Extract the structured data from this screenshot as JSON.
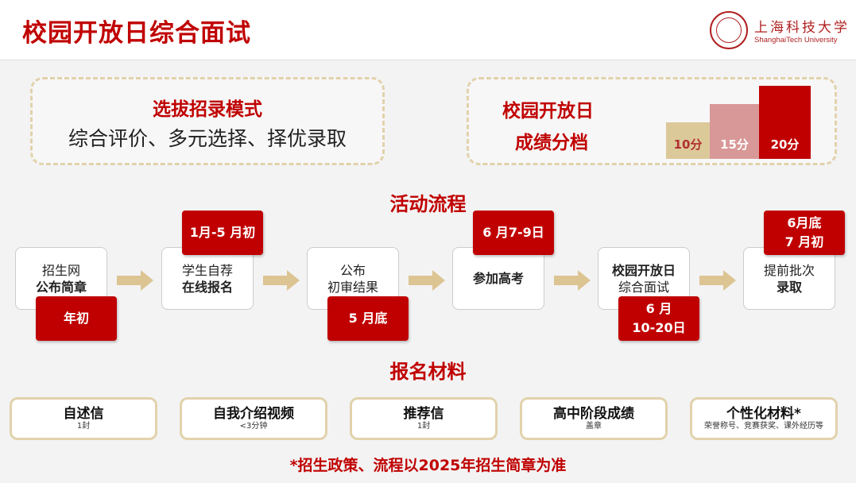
{
  "header": {
    "title": "校园开放日综合面试",
    "logo_cn": "上海科技大学",
    "logo_en": "ShanghaiTech University"
  },
  "mode": {
    "title": "选拔招录模式",
    "text": "综合评价、多元选择、择优录取"
  },
  "scores": {
    "title_line1": "校园开放日",
    "title_line2": "成绩分档",
    "bars": [
      {
        "label": "10分",
        "value": 10,
        "color": "#dcc99a"
      },
      {
        "label": "15分",
        "value": 15,
        "color": "#d99898"
      },
      {
        "label": "20分",
        "value": 20,
        "color": "#c00000"
      }
    ]
  },
  "process": {
    "title": "活动流程",
    "steps": [
      {
        "line1": "招生网",
        "line2": "公布简章",
        "bold": 2,
        "tag1": "年初",
        "tag2": ""
      },
      {
        "line1": "学生自荐",
        "line2": "在线报名",
        "bold": 2,
        "tag1": "1月-5 月初",
        "tag2": ""
      },
      {
        "line1": "公布",
        "line2": "初审结果",
        "bold": 0,
        "tag1": "5 月底",
        "tag2": ""
      },
      {
        "line1": "参加高考",
        "line2": "",
        "bold": 1,
        "tag1": "6 月7-9日",
        "tag2": ""
      },
      {
        "line1": "校园开放日",
        "line2": "综合面试",
        "bold": 1,
        "tag1": "6 月",
        "tag2": "10-20日"
      },
      {
        "line1": "提前批次",
        "line2": "录取",
        "bold": 2,
        "tag1": "6月底",
        "tag2": "7 月初"
      }
    ]
  },
  "materials": {
    "title": "报名材料",
    "items": [
      {
        "name": "自述信",
        "note": "1封"
      },
      {
        "name": "自我介绍视频",
        "note": "<3分钟"
      },
      {
        "name": "推荐信",
        "note": "1封"
      },
      {
        "name": "高中阶段成绩",
        "note": "盖章"
      },
      {
        "name": "个性化材料*",
        "note": "荣誉称号、竞赛获奖、课外经历等"
      }
    ]
  },
  "footnote": "*招生政策、流程以2025年招生简章为准"
}
